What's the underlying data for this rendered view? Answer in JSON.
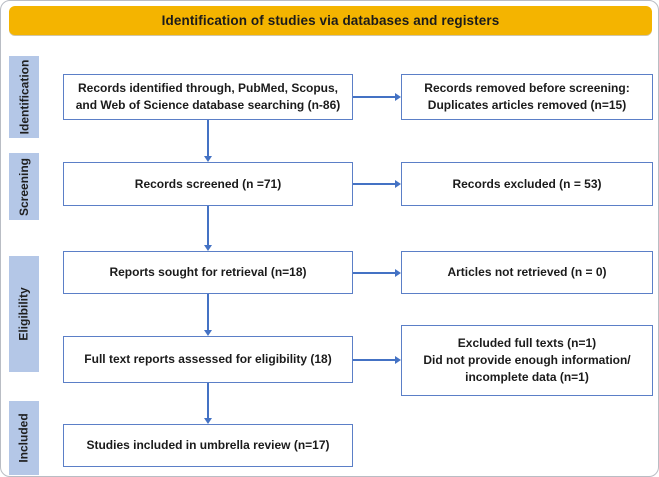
{
  "title": "Identification of studies via databases and registers",
  "colors": {
    "accent_gold": "#F4B400",
    "sidebar_blue": "#B4C7E7",
    "box_border_blue": "#5B7FC7",
    "arrow_blue": "#4472C4",
    "text_dark": "#1b1b1b"
  },
  "sidebar": {
    "stages": [
      {
        "label": "Identification"
      },
      {
        "label": "Screening"
      },
      {
        "label": "Eligibility"
      },
      {
        "label": "Included"
      }
    ]
  },
  "flow": {
    "left": [
      {
        "text": "Records identified through, PubMed, Scopus,\nand Web of Science database searching (n-86)"
      },
      {
        "text": "Records screened (n =71)"
      },
      {
        "text": "Reports sought for retrieval (n=18)"
      },
      {
        "text": "Full text reports assessed for eligibility (18)"
      },
      {
        "text": "Studies included in umbrella review (n=17)"
      }
    ],
    "right": [
      {
        "text": "Records removed before screening:\nDuplicates articles removed (n=15)"
      },
      {
        "text": "Records excluded (n = 53)"
      },
      {
        "text": "Articles not retrieved (n = 0)"
      },
      {
        "text": "Excluded full texts (n=1)\nDid not provide enough information/\nincomplete data (n=1)"
      }
    ]
  }
}
